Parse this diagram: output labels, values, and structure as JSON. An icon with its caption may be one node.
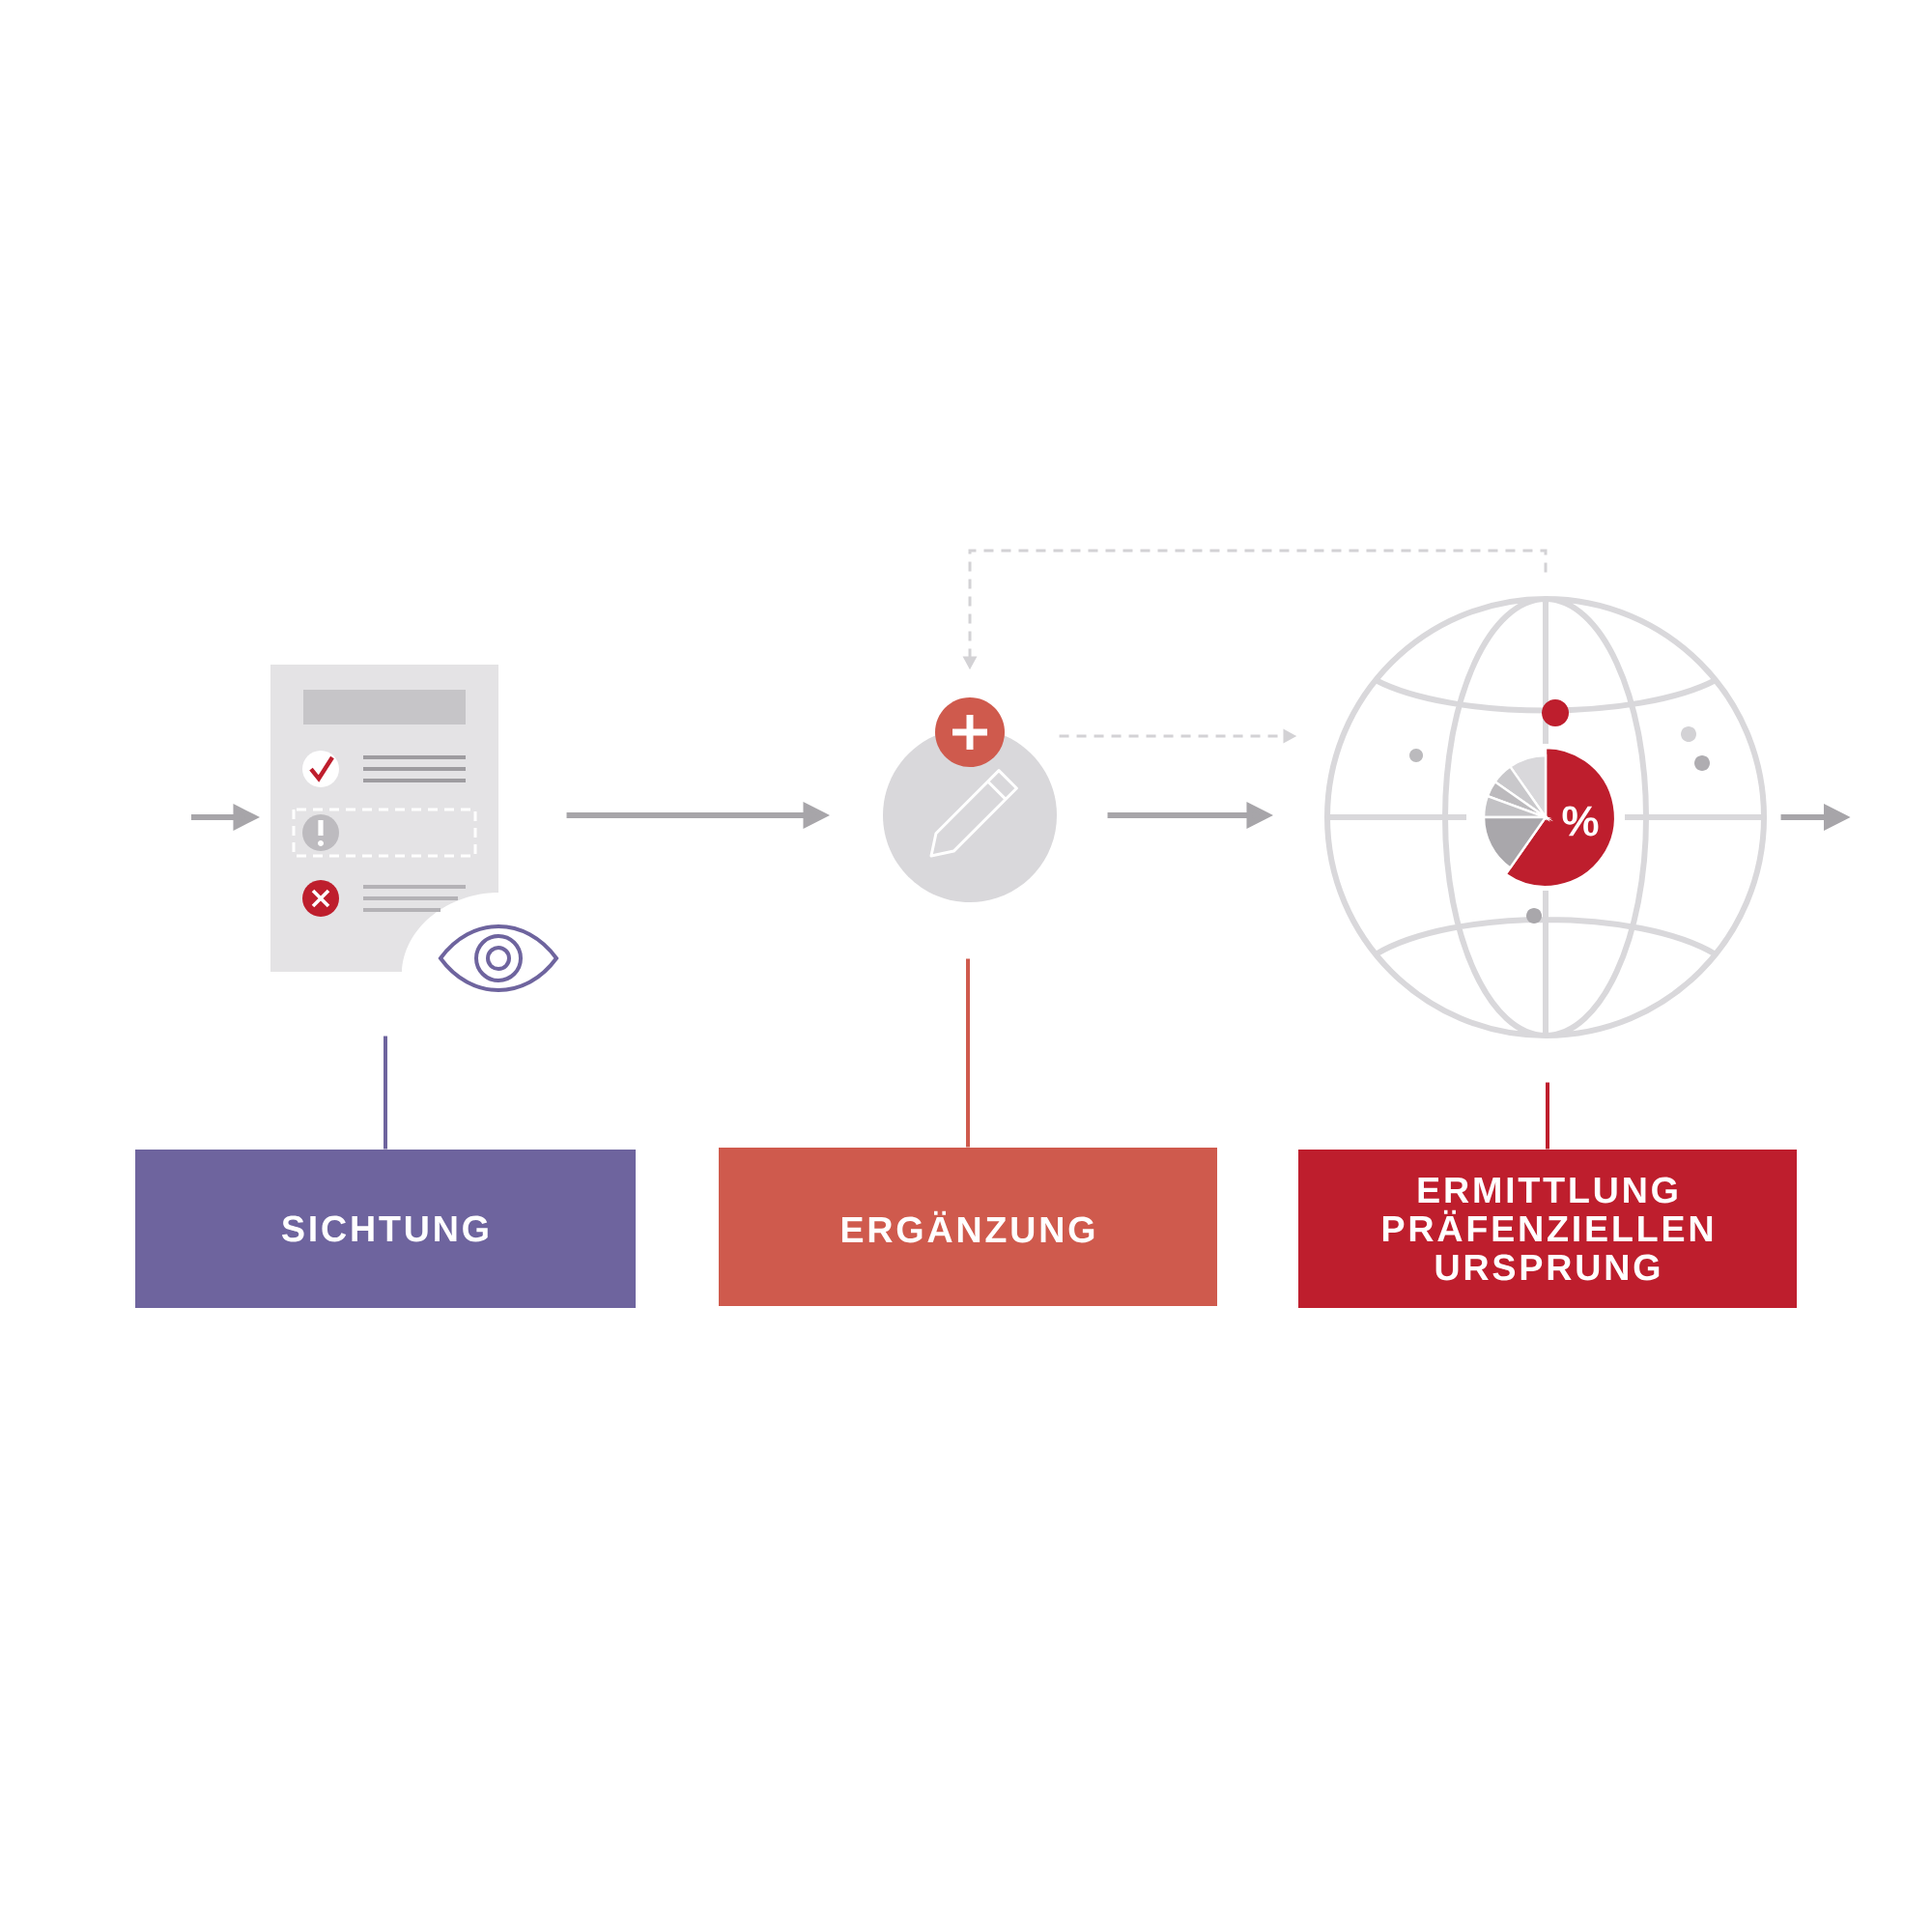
{
  "diagram": {
    "nodes": [
      {
        "text": [],
        "shape": "picture"
      },
      {
        "text": [],
        "shape": "circle"
      },
      {
        "text": [],
        "shape": "picture"
      },
      {
        "text": [
          "SICHTUNG"
        ]
      },
      {
        "text": [
          "ERGÄNZUNG"
        ]
      },
      {
        "text": [
          "ERMITTLUNG PRÄFENZIELLEN URSPRUNG"
        ]
      }
    ],
    "edges": [
      {
        "from": null,
        "to": 0,
        "arrow": "to"
      },
      {
        "from": 0,
        "to": 1,
        "arrow": "to"
      },
      {
        "from": 1,
        "to": 2,
        "arrow": "to"
      },
      {
        "from": 2,
        "to": null,
        "arrow": "to"
      },
      {
        "from": 1,
        "to": 2,
        "arrow": "to",
        "style": "dashed",
        "color": "#d3d2d5"
      },
      {
        "from": 2,
        "to": 1,
        "arrow": "to",
        "style": "dashed",
        "color": "#d3d2d5"
      },
      {
        "from": 0,
        "to": 3,
        "arrow": "none",
        "color": "#6e649e"
      },
      {
        "from": 1,
        "to": 4,
        "arrow": "none",
        "color": "#cf5a4d"
      },
      {
        "from": 2,
        "to": 5,
        "arrow": "none",
        "color": "#be1e2d"
      }
    ],
    "labels": [
      "%"
    ]
  }
}
